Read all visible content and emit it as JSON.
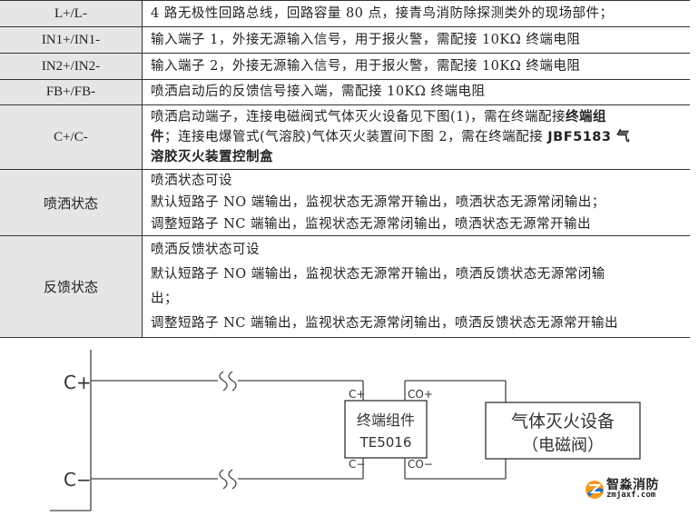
{
  "table": {
    "rows": [
      {
        "key": "L+/L-",
        "lines": [
          "4 路无极性回路总线，回路容量 80 点，接青鸟消防除探测类外的现场部件；"
        ]
      },
      {
        "key": "IN1+/IN1-",
        "lines": [
          "输入端子 1，外接无源输入信号，用于报火警，需配接 10KΩ 终端电阻"
        ]
      },
      {
        "key": "IN2+/IN2-",
        "lines": [
          "输入端子 2，外接无源输入信号，用于报火警，需配接 10KΩ 终端电阻"
        ]
      },
      {
        "key": "FB+/FB-",
        "lines": [
          "喷洒启动后的反馈信号接入端，需配接 10KΩ 终端电阻"
        ]
      },
      {
        "key": "C+/C-",
        "line1": "喷洒启动端子，连接电磁阀式气体灭火设备见下图(1)，需在终端配接",
        "line1_bold": "终端组",
        "line2_bold_start": "件",
        "line2": "；连接电爆管式(气溶胶)气体灭火装置间下图 2，需在终端配接 ",
        "line2_bold_end": "JBF5183 气",
        "line3_bold": "溶胶灭火装置控制盒"
      },
      {
        "key": "喷洒状态",
        "lines": [
          "喷洒状态可设",
          "默认短路子 NO 端输出，监视状态无源常开输出，喷洒状态无源常闭输出；",
          "调整短路子 NC 端输出，监视状态无源常闭输出，喷洒状态无源常开输出"
        ]
      },
      {
        "key": "反馈状态",
        "lines": [
          "喷洒反馈状态可设",
          "默认短路子  NO  端输出，监视状态无源常开输出，喷洒反馈状态无源常闭输",
          "出；",
          "调整短路子 NC 端输出，监视状态无源常闭输出，喷洒反馈状态无源常开输出"
        ]
      }
    ]
  },
  "diagram": {
    "left_labels": {
      "plus": "C+",
      "minus": "C−"
    },
    "terminal_block": {
      "title": "终端组件",
      "model": "TE5016",
      "pins": {
        "in_plus": "C+",
        "in_minus": "C−",
        "out_plus": "CO+",
        "out_minus": "CO−"
      }
    },
    "device_box": {
      "title": "气体灭火设备",
      "subtitle": "（电磁阀）"
    }
  },
  "watermark": {
    "title": "智淼消防",
    "url": "zmjaxf.com",
    "colors": {
      "orange": "#f39a1e",
      "blue": "#1f6fc4"
    }
  }
}
